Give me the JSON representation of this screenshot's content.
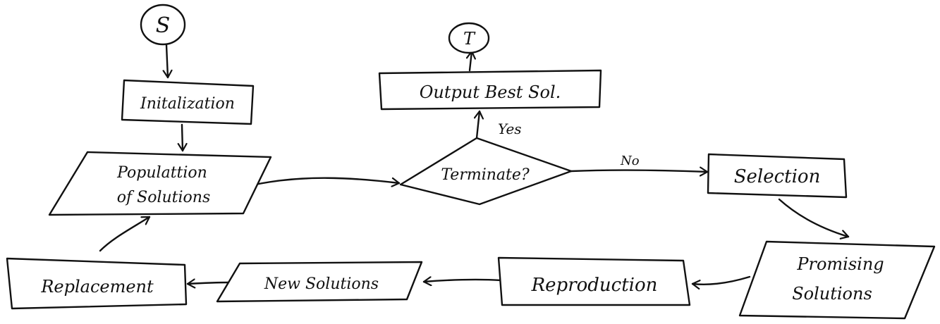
{
  "nodes": {
    "start": "S",
    "terminal": "T",
    "initialization": "Initalization",
    "population_line1": "Populattion",
    "population_line2": "of Solutions",
    "terminate": "Terminate?",
    "output": "Output Best Sol.",
    "selection": "Selection",
    "promising_line1": "Promising",
    "promising_line2": "Solutions",
    "reproduction": "Reproduction",
    "new_solutions": "New Solutions",
    "replacement": "Replacement"
  },
  "edges": {
    "yes_label": "Yes",
    "no_label": "No"
  },
  "colors": {
    "ink": "#111111",
    "background": "#ffffff"
  }
}
